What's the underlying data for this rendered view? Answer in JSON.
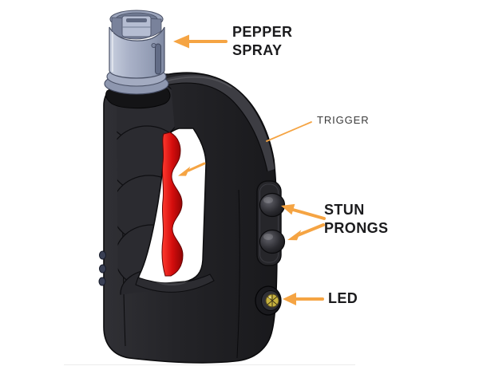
{
  "labels": {
    "pepper_spray": {
      "line1": "PEPPER",
      "line2": "SPRAY"
    },
    "trigger": {
      "text": "TRIGGER"
    },
    "stun_prongs": {
      "line1": "STUN",
      "line2": "PRONGS"
    },
    "led": {
      "text": "LED"
    }
  },
  "colors": {
    "background": "#ffffff",
    "arrow_orange": "#F5A443",
    "label_text": "#1B1B1D",
    "trigger_label_text": "#3A3A3A",
    "device_body_black": "#232327",
    "trigger_red": "#CC0A0A",
    "canister_gray": "#AAB2C8",
    "led_lens_yellow": "#C7B23E"
  }
}
